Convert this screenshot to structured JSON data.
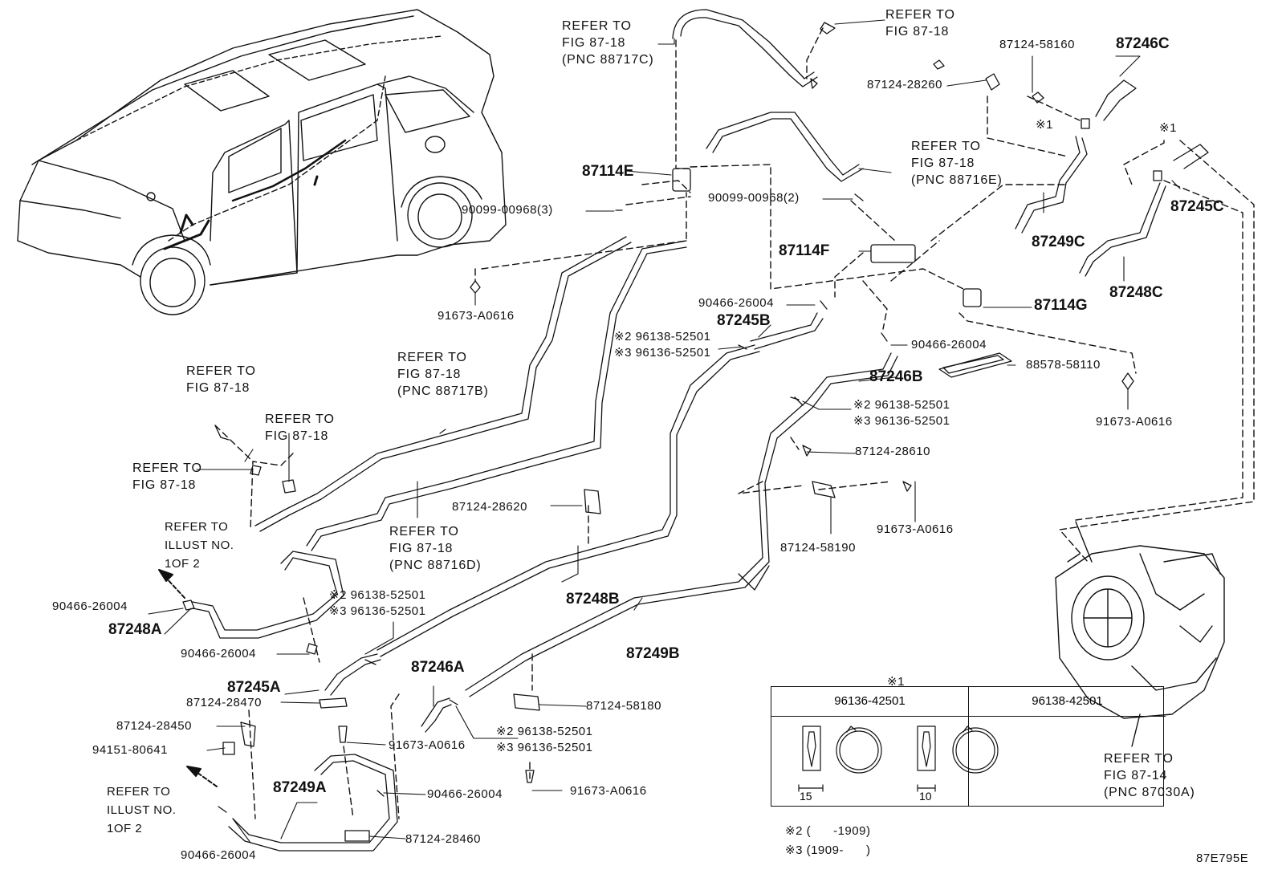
{
  "labels": {
    "ref_88717c": "REFER TO\nFIG 87-18\n(PNC 88717C)",
    "ref_top_right": "REFER TO\nFIG 87-18",
    "ref_88716e": "REFER TO\nFIG 87-18\n(PNC 88716E)",
    "ref_88717b": "REFER TO\nFIG 87-18\n(PNC 88717B)",
    "ref_88716d": "REFER TO\nFIG 87-18\n(PNC 88716D)",
    "ref_left_a": "REFER TO\nFIG 87-18",
    "ref_left_b": "REFER TO\nFIG 87-18",
    "ref_left_c": "REFER TO\nFIG 87-18",
    "ref_illust_1": "REFER TO\nILLUST NO.\n1OF 2",
    "ref_illust_2": "REFER TO\nILLUST NO.\n1OF 2",
    "ref_87030a": "REFER TO\nFIG 87-14\n(PNC 87030A)",
    "p_87124_58160": "87124-58160",
    "p_87246c": "87246C",
    "p_87124_28260": "87124-28260",
    "note1_a": "※1",
    "note1_b": "※1",
    "p_87114e": "87114E",
    "p_90099_3": "90099-00968(3)",
    "p_90099_2": "90099-00968(2)",
    "p_87245c": "87245C",
    "p_87249c": "87249C",
    "p_87114f": "87114F",
    "p_87248c": "87248C",
    "p_91673_top": "91673-A0616",
    "p_90466_mid": "90466-26004",
    "p_87245b": "87245B",
    "p_87114g": "87114G",
    "p_9613x_mid_a": "※2 96138-52501\n※3 96136-52501",
    "p_90466_right": "90466-26004",
    "p_88578": "88578-58110",
    "p_87246b": "87246B",
    "p_9613x_mid_b": "※2 96138-52501\n※3 96136-52501",
    "p_91673_right": "91673-A0616",
    "p_87124_28610": "87124-28610",
    "p_87124_28620": "87124-28620",
    "p_91673_mid": "91673-A0616",
    "p_87124_58190": "87124-58190",
    "p_90466_left": "90466-26004",
    "p_87248a": "87248A",
    "p_9613x_left": "※2 96138-52501\n※3 96136-52501",
    "p_87248b": "87248B",
    "p_90466_left2": "90466-26004",
    "p_87249b": "87249B",
    "p_87245a": "87245A",
    "p_87246a": "87246A",
    "p_87124_28470": "87124-28470",
    "p_87124_58180": "87124-58180",
    "p_87124_28450": "87124-28450",
    "p_9613x_bottom": "※2 96138-52501\n※3 96136-52501",
    "p_94151": "94151-80641",
    "p_91673_bottom": "91673-A0616",
    "p_91673_bottom2": "91673-A0616",
    "p_87249a": "87249A",
    "p_90466_bottom": "90466-26004",
    "p_87124_28460": "87124-28460",
    "p_90466_bottom2": "90466-26004",
    "fig_code": "87E795E"
  },
  "clip_table": {
    "note": "※1",
    "col1": "96136-42501",
    "col2": "96138-42501",
    "dim1": "15",
    "dim2": "10"
  },
  "footnotes": {
    "n2": "※2 (      -1909)",
    "n3": "※3 (1909-      )"
  }
}
